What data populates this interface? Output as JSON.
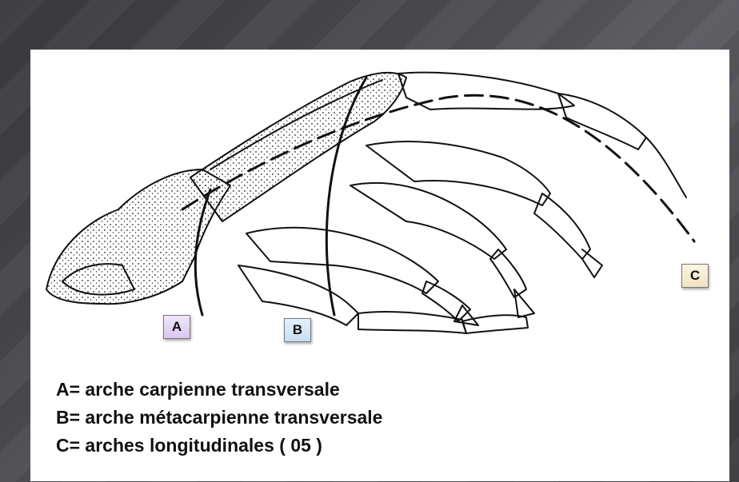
{
  "labels": {
    "a": "A",
    "b": "B",
    "c": "C"
  },
  "legend": [
    "A= arche carpienne transversale",
    "B= arche métacarpienne transversale",
    "C= arches longitudinales ( 05 )"
  ]
}
